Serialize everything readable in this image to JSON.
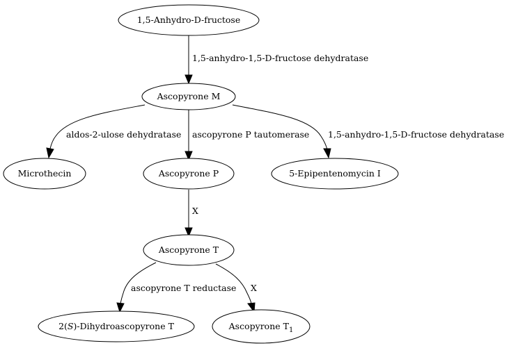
{
  "nodes": {
    "anhydro_fructose": "1,5-Anhydro-D-fructose",
    "ascopyrone_m": "Ascopyrone M",
    "microthecin": "Microthecin",
    "ascopyrone_p": "Ascopyrone P",
    "epipentenomycin": "5-Epipentenomycin I",
    "ascopyrone_t": "Ascopyrone T",
    "dihydro_pre": "2(",
    "dihydro_italic": "S",
    "dihydro_post": ")-Dihydroascopyrone T",
    "ascopyrone_t1_main": "Ascopyrone T",
    "ascopyrone_t1_sub": "1"
  },
  "edges": {
    "e1": "1,5-anhydro-1,5-D-fructose dehydratase",
    "e2": "aldos-2-ulose dehydratase",
    "e3": "ascopyrone P tautomerase",
    "e4": "1,5-anhydro-1,5-D-fructose dehydratase",
    "e5": "X",
    "e6": "ascopyrone T reductase",
    "e7": "X"
  }
}
